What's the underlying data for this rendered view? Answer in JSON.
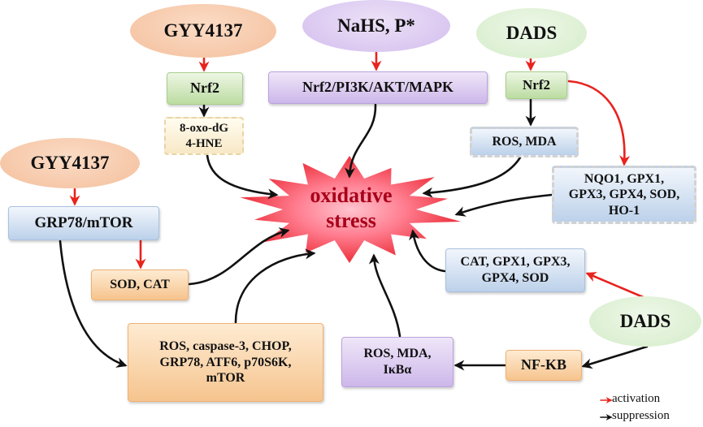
{
  "colors": {
    "activation": "#e8231e",
    "suppression": "#111111",
    "stress_outer": "#e8202a",
    "stress_inner": "#ffb3c2"
  },
  "nodes": {
    "gyy4137_top": {
      "lines": [
        "GYY4137"
      ]
    },
    "nahs": {
      "lines": [
        "NaHS, P*"
      ]
    },
    "dads_top": {
      "lines": [
        "DADS"
      ]
    },
    "nrf2_left": {
      "lines": [
        "Nrf2"
      ]
    },
    "nrf2_pathway": {
      "lines": [
        "Nrf2/PI3K/AKT/MAPK"
      ]
    },
    "nrf2_right": {
      "lines": [
        "Nrf2"
      ]
    },
    "oxo_hne": {
      "lines": [
        "8-oxo-dG",
        "4-HNE"
      ]
    },
    "ros_mda_top": {
      "lines": [
        "ROS, MDA"
      ]
    },
    "gyy4137_left": {
      "lines": [
        "GYY4137"
      ]
    },
    "grp78_mtor": {
      "lines": [
        "GRP78/mTOR"
      ]
    },
    "nqo1_group": {
      "lines": [
        "NQO1, GPX1,",
        "GPX3, GPX4, SOD,",
        "HO-1"
      ]
    },
    "oxidative_stress": {
      "lines": [
        "oxidative",
        "stress"
      ]
    },
    "sod_cat": {
      "lines": [
        "SOD, CAT"
      ]
    },
    "cat_gpx_group": {
      "lines": [
        "CAT, GPX1, GPX3,",
        "GPX4, SOD"
      ]
    },
    "dads_right": {
      "lines": [
        "DADS"
      ]
    },
    "ros_caspase_group": {
      "lines": [
        "ROS, caspase-3, CHOP,",
        "GRP78, ATF6, p70S6K,",
        "mTOR"
      ]
    },
    "ros_mda_ikb": {
      "lines": [
        "ROS, MDA,",
        "IκBα"
      ]
    },
    "nfkb": {
      "lines": [
        "NF-KB"
      ]
    }
  },
  "legend": {
    "activation": {
      "symbol": "→",
      "label": "activation"
    },
    "suppression": {
      "symbol": "→",
      "label": "suppression"
    }
  }
}
